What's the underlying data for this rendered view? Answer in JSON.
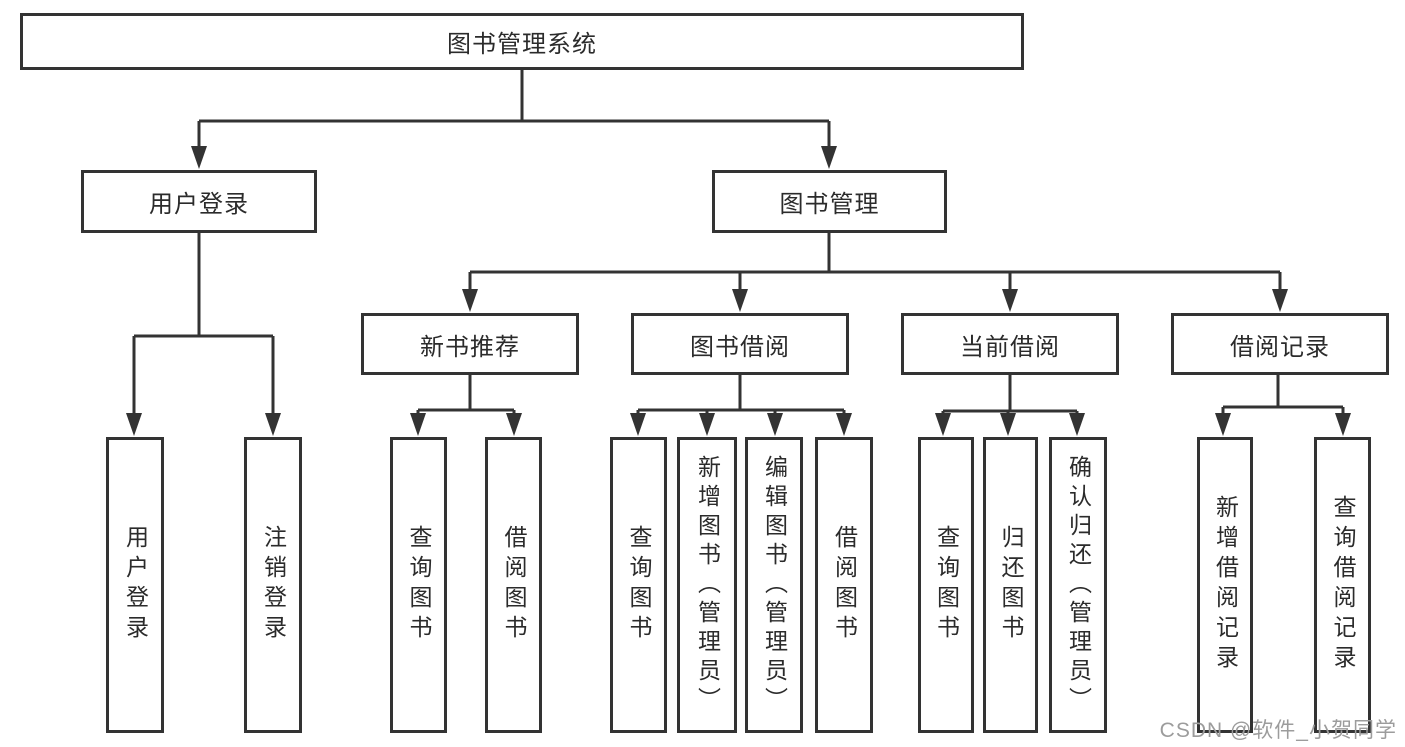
{
  "colors": {
    "line": "#333333",
    "text": "#2b2b2b",
    "watermark": "#9c9c9c",
    "background": "#ffffff"
  },
  "watermark": "CSDN @软件_小贺同学",
  "tree": {
    "root": "图书管理系统",
    "branches": {
      "user_login": "用户登录",
      "book_mgmt": "图书管理"
    },
    "modules": {
      "new_books": "新书推荐",
      "book_borrow": "图书借阅",
      "current_borrow": "当前借阅",
      "borrow_records": "借阅记录"
    },
    "leaves": {
      "user_login": [
        "用户登录",
        "注销登录"
      ],
      "new_books": [
        "查询图书",
        "借阅图书"
      ],
      "book_borrow": [
        "查询图书",
        "新增图书（管理员）",
        "编辑图书（管理员）",
        "借阅图书"
      ],
      "current_borrow": [
        "查询图书",
        "归还图书",
        "确认归还（管理员）"
      ],
      "borrow_records": [
        "新增借阅记录",
        "查询借阅记录"
      ]
    }
  }
}
